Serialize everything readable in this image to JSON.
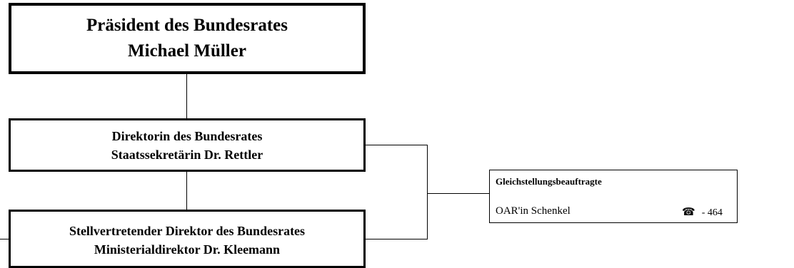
{
  "president": {
    "title": "Präsident des Bundesrates",
    "name": "Michael Müller"
  },
  "director": {
    "title": "Direktorin des Bundesrates",
    "name": "Staatssekretärin Dr. Rettler"
  },
  "deputy": {
    "title": "Stellvertretender Direktor des Bundesrates",
    "name": "Ministerialdirektor Dr. Kleemann"
  },
  "equality_officer": {
    "title": "Gleichstellungsbeauftragte",
    "name": "OAR'in Schenkel",
    "phone_icon": "telephone-icon",
    "phone_ext": "- 464"
  }
}
